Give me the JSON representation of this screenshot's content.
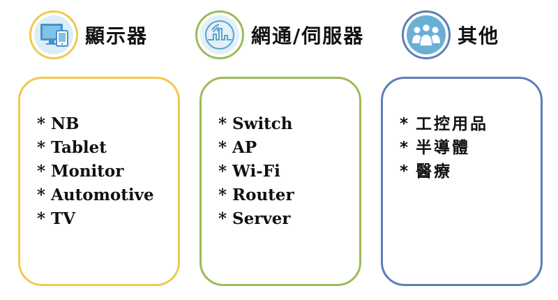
{
  "categories": [
    {
      "heading": "顯示器",
      "icon": "display-devices-icon",
      "color": "#F2C94C",
      "items": [
        "NB",
        "Tablet",
        "Monitor",
        "Automotive",
        "TV"
      ]
    },
    {
      "heading": "網通/伺服器",
      "icon": "network-signal-icon",
      "color": "#9BBB59",
      "items": [
        "Switch",
        "AP",
        "Wi-Fi",
        "Router",
        "Server"
      ]
    },
    {
      "heading": "其他",
      "icon": "people-group-icon",
      "color": "#5B7FB5",
      "items": [
        "工控用品",
        "半導體",
        "醫療"
      ]
    }
  ],
  "bullet": "*"
}
